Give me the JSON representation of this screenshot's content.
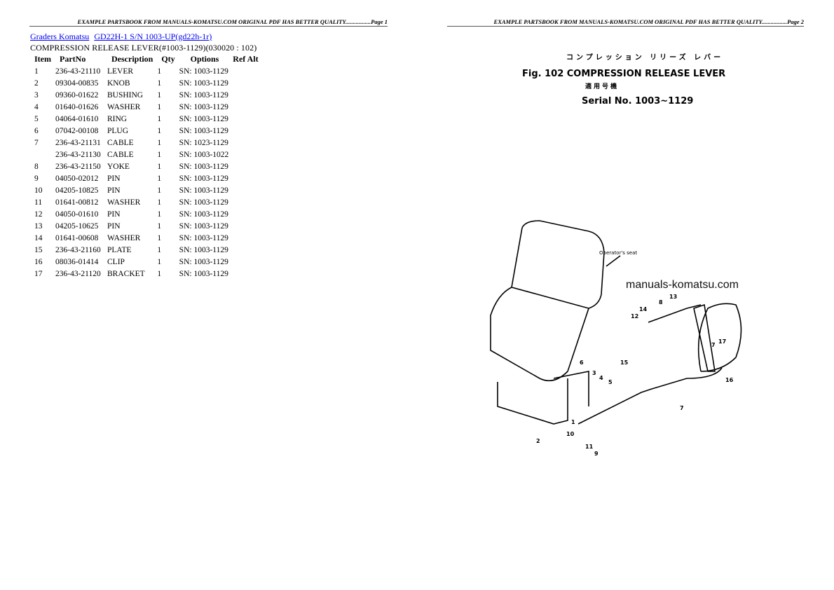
{
  "page1": {
    "banner": "EXAMPLE PARTSBOOK FROM MANUALS-KOMATSU.COM ORIGINAL PDF HAS BETTER QUALITY.................Page 1",
    "breadcrumb": [
      "Graders Komatsu",
      "GD22H-1 S/N 1003-UP(gd22h-1r)"
    ],
    "subtitle": "COMPRESSION RELEASE LEVER(#1003-1129)(030020 : 102)",
    "table": {
      "headers": [
        "Item",
        "PartNo",
        "Description",
        "Qty",
        "Options",
        "Ref Alt"
      ],
      "rows": [
        [
          "1",
          "236-43-21110",
          "LEVER",
          "1",
          "SN: 1003-1129"
        ],
        [
          "2",
          "09304-00835",
          "KNOB",
          "1",
          "SN: 1003-1129"
        ],
        [
          "3",
          "09360-01622",
          "BUSHING",
          "1",
          "SN: 1003-1129"
        ],
        [
          "4",
          "01640-01626",
          "WASHER",
          "1",
          "SN: 1003-1129"
        ],
        [
          "5",
          "04064-01610",
          "RING",
          "1",
          "SN: 1003-1129"
        ],
        [
          "6",
          "07042-00108",
          "PLUG",
          "1",
          "SN: 1003-1129"
        ],
        [
          "7",
          "236-43-21131",
          "CABLE",
          "1",
          "SN: 1023-1129"
        ],
        [
          "",
          "236-43-21130",
          "CABLE",
          "1",
          "SN: 1003-1022"
        ],
        [
          "8",
          "236-43-21150",
          "YOKE",
          "1",
          "SN: 1003-1129"
        ],
        [
          "9",
          "04050-02012",
          "PIN",
          "1",
          "SN: 1003-1129"
        ],
        [
          "10",
          "04205-10825",
          "PIN",
          "1",
          "SN: 1003-1129"
        ],
        [
          "11",
          "01641-00812",
          "WASHER",
          "1",
          "SN: 1003-1129"
        ],
        [
          "12",
          "04050-01610",
          "PIN",
          "1",
          "SN: 1003-1129"
        ],
        [
          "13",
          "04205-10625",
          "PIN",
          "1",
          "SN: 1003-1129"
        ],
        [
          "14",
          "01641-00608",
          "WASHER",
          "1",
          "SN: 1003-1129"
        ],
        [
          "15",
          "236-43-21160",
          "PLATE",
          "1",
          "SN: 1003-1129"
        ],
        [
          "16",
          "08036-01414",
          "CLIP",
          "1",
          "SN: 1003-1129"
        ],
        [
          "17",
          "236-43-21120",
          "BRACKET",
          "1",
          "SN: 1003-1129"
        ]
      ]
    }
  },
  "page2": {
    "banner": "EXAMPLE PARTSBOOK FROM MANUALS-KOMATSU.COM ORIGINAL PDF HAS BETTER QUALITY.................Page 2",
    "figure": {
      "japanese_title": "コンプレッション リリーズ レバー",
      "title": "Fig. 102 COMPRESSION RELEASE LEVER",
      "japanese_serial": "適用号機",
      "serial": "Serial No. 1003~1129",
      "seat_label": "Operator's seat",
      "watermark": "manuals-komatsu.com",
      "callouts": [
        "1",
        "2",
        "3",
        "4",
        "5",
        "6",
        "7",
        "7",
        "8",
        "9",
        "10",
        "11",
        "12",
        "13",
        "14",
        "15",
        "16",
        "17"
      ]
    }
  }
}
